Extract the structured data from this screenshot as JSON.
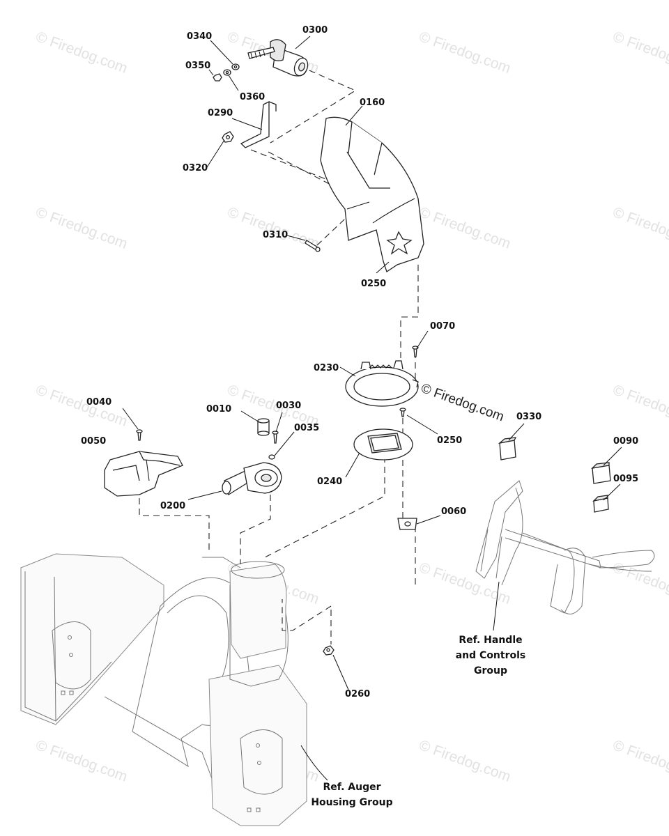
{
  "diagram": {
    "part_labels": [
      {
        "id": "0340"
      },
      {
        "id": "0300"
      },
      {
        "id": "0350"
      },
      {
        "id": "0360"
      },
      {
        "id": "0160"
      },
      {
        "id": "0290"
      },
      {
        "id": "0320"
      },
      {
        "id": "0310"
      },
      {
        "id": "0250"
      },
      {
        "id": "0070"
      },
      {
        "id": "0230"
      },
      {
        "id": "0250"
      },
      {
        "id": "0040"
      },
      {
        "id": "0010"
      },
      {
        "id": "0030"
      },
      {
        "id": "0035"
      },
      {
        "id": "0050"
      },
      {
        "id": "0200"
      },
      {
        "id": "0240"
      },
      {
        "id": "0330"
      },
      {
        "id": "0090"
      },
      {
        "id": "0095"
      },
      {
        "id": "0060"
      },
      {
        "id": "0260"
      }
    ],
    "ref_handle": [
      "Ref. Handle",
      "and Controls",
      "Group"
    ],
    "ref_auger": [
      "Ref. Auger",
      "Housing Group"
    ],
    "watermark": "© Firedog.com",
    "watermark_center": "© Firedog.com"
  }
}
